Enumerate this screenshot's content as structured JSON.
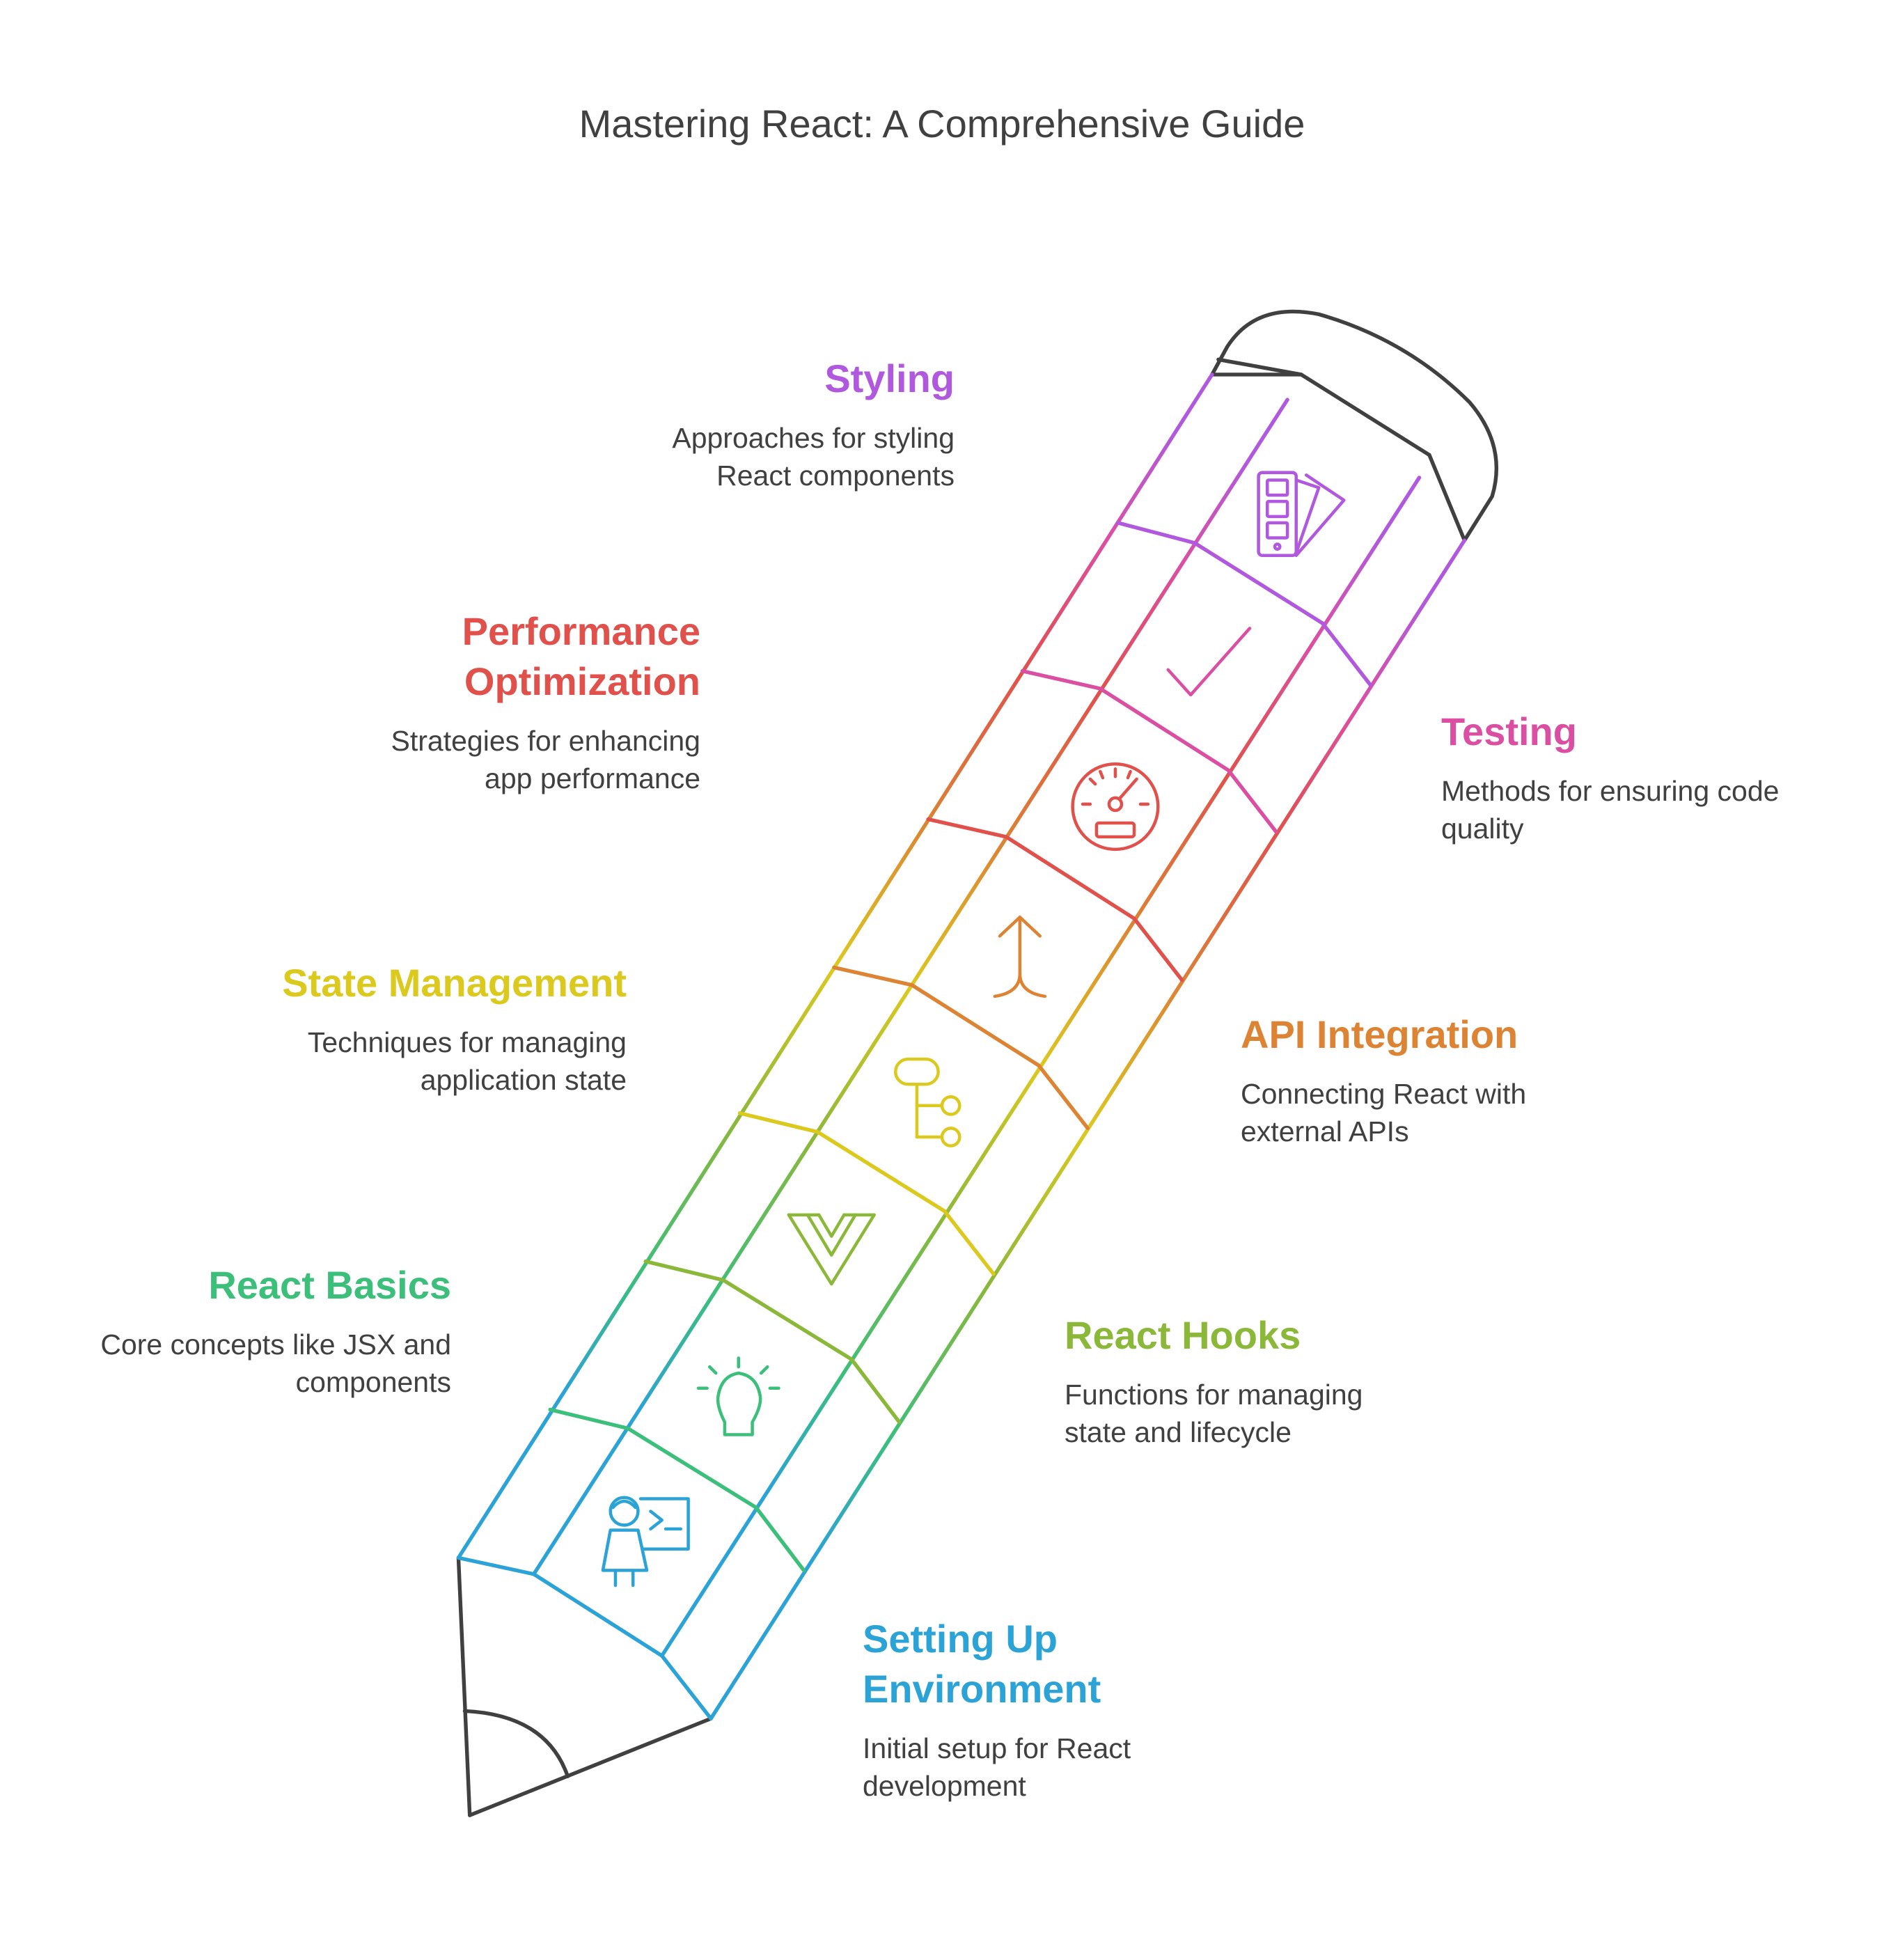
{
  "title": "Mastering React: A Comprehensive Guide",
  "colors": {
    "outline": "#404040",
    "setup": "#2BA3D6",
    "basics": "#3CBF7A",
    "hooks": "#8CB83A",
    "state": "#DCC91E",
    "api": "#DC8433",
    "performance": "#E0514C",
    "testing": "#DB4FA3",
    "styling": "#B159DE"
  },
  "sections": {
    "setup": {
      "heading_line1": "Setting Up",
      "heading_line2": "Environment",
      "desc": "Initial setup for React\ndevelopment",
      "icon": "developer-terminal-icon"
    },
    "basics": {
      "heading": "React Basics",
      "desc": "Core concepts like JSX and\ncomponents",
      "icon": "lightbulb-icon"
    },
    "hooks": {
      "heading": "React Hooks",
      "desc": "Functions for managing\nstate and lifecycle",
      "icon": "vue-logo-icon"
    },
    "state": {
      "heading": "State Management",
      "desc": "Techniques for managing\napplication state",
      "icon": "hierarchy-icon"
    },
    "api": {
      "heading": "API Integration",
      "desc": "Connecting React with\nexternal APIs",
      "icon": "merge-arrow-icon"
    },
    "performance": {
      "heading_line1": "Performance",
      "heading_line2": "Optimization",
      "desc": "Strategies for enhancing\napp performance",
      "icon": "speedometer-icon"
    },
    "testing": {
      "heading": "Testing",
      "desc": "Methods for ensuring code\nquality",
      "icon": "checkmark-icon"
    },
    "styling": {
      "heading": "Styling",
      "desc": "Approaches for styling\nReact components",
      "icon": "color-swatch-icon"
    }
  }
}
